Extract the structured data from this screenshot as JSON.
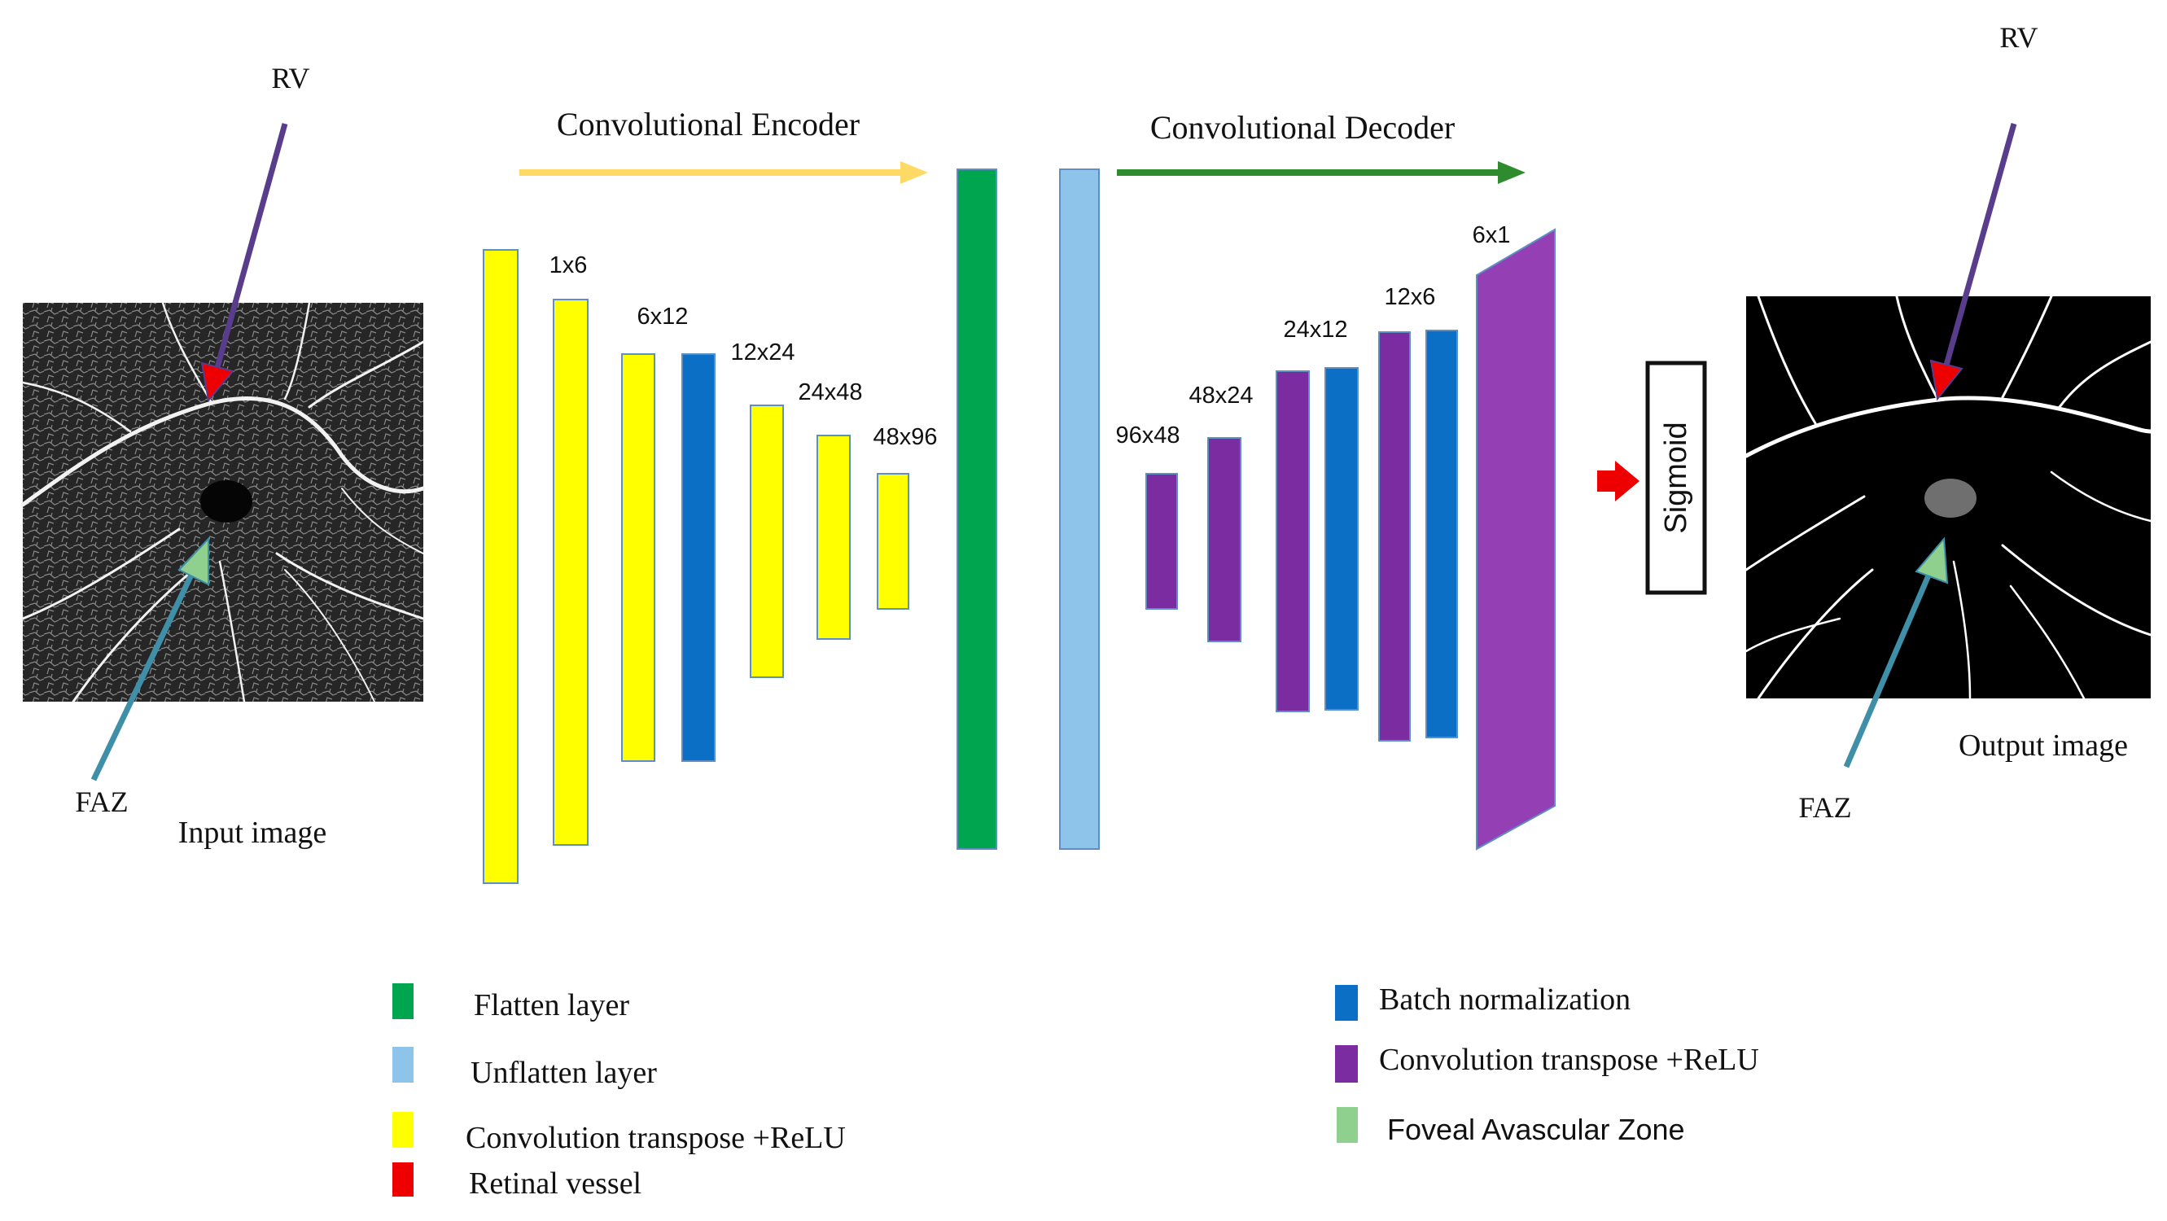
{
  "diagram": {
    "encoder_title": "Convolutional Encoder",
    "decoder_title": "Convolutional Decoder",
    "input": {
      "caption": "Input image",
      "rv_label": "RV",
      "faz_label": "FAZ"
    },
    "output": {
      "caption": "Output image",
      "rv_label": "RV",
      "faz_label": "FAZ"
    },
    "sigmoid_label": "Sigmoid",
    "encoder_sizes": [
      "1x6",
      "6x12",
      "12x24",
      "24x48",
      "48x96"
    ],
    "decoder_sizes": [
      "96x48",
      "48x24",
      "24x12",
      "12x6",
      "6x1"
    ],
    "legend": [
      {
        "label": "Flatten layer",
        "color": "#00a550"
      },
      {
        "label": "Unflatten layer",
        "color": "#8ec3ea"
      },
      {
        "label": "Convolution transpose +ReLU",
        "color": "#ffff00"
      },
      {
        "label": "Retinal vessel",
        "color": "#ee0000"
      },
      {
        "label": "Batch normalization",
        "color": "#0b6fc6"
      },
      {
        "label": "Convolution transpose +ReLU",
        "color": "#7a2ca0"
      },
      {
        "label": "Foveal Avascular Zone",
        "color": "#8fd08f"
      }
    ],
    "colors": {
      "conv_yellow": "#ffff00",
      "batch_norm_blue": "#0b6fc6",
      "flatten_green": "#00a550",
      "unflatten_light_blue": "#8ec3ea",
      "deconv_purple": "#7a2ca0",
      "retinal_vessel_red": "#ee0000",
      "faz_green": "#8fd08f",
      "encoder_arrow": "#ffd966",
      "decoder_arrow": "#2e8b2e"
    }
  }
}
